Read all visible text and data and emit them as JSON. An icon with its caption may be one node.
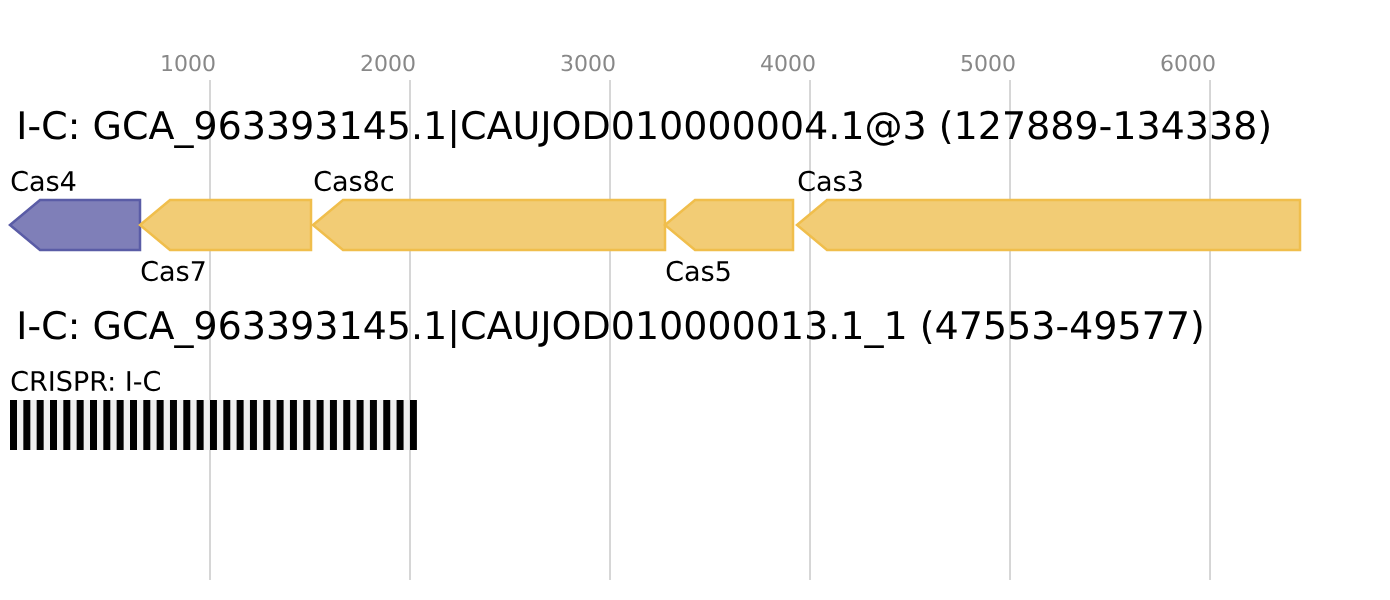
{
  "diagram": {
    "nodes": [
      {
        "text": [
          "Cas4"
        ]
      },
      {
        "text": [
          "Cas7"
        ]
      },
      {
        "text": [
          "Cas8c"
        ]
      },
      {
        "text": [
          "Cas5"
        ]
      },
      {
        "text": [
          "Cas3"
        ]
      },
      {
        "text": [
          "CRISPR: I-C"
        ]
      }
    ],
    "labels": [
      "1000",
      "2000",
      "3000",
      "4000",
      "5000",
      "6000",
      "I-C: GCA_963393145.1|CAUJOD010000004.1@3 (127889-134338)",
      "I-C: GCA_963393145.1|CAUJOD010000013.1_1 (47553-49577)"
    ]
  }
}
